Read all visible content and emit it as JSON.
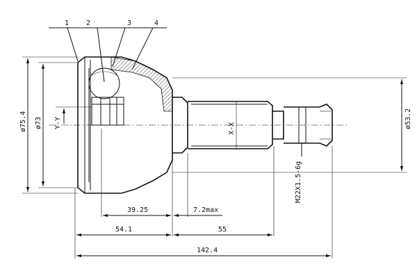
{
  "callouts": [
    "1",
    "2",
    "3",
    "4"
  ],
  "dimensions": {
    "outer_diameter": "ø75.4",
    "inner_diameter": "ø73",
    "axis_y": "Y-Y",
    "axis_x": "X-X",
    "shaft_diameter": "ø53.2",
    "thread": "M22X1.5-6g",
    "len_39_25": "39.25",
    "len_7_2max": "7.2max",
    "len_54_1": "54.1",
    "len_55": "55",
    "len_142_4": "142.4"
  }
}
